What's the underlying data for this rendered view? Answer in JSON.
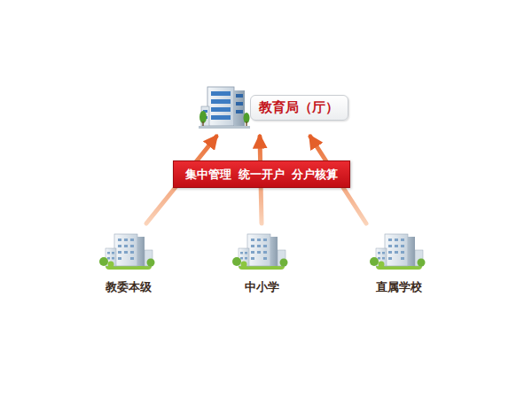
{
  "diagram": {
    "nodes": [
      {
        "text": [
          "教育局（厅）"
        ]
      },
      {
        "text": [
          "集中管理 统一开户 分户核算"
        ]
      },
      {
        "text": [
          "教委本级"
        ]
      },
      {
        "text": [
          "中小学"
        ]
      },
      {
        "text": [
          "直属学校"
        ]
      }
    ],
    "edges": [
      {
        "from": 2,
        "to": 0,
        "arrow": "to"
      },
      {
        "from": 3,
        "to": 0,
        "arrow": "to"
      },
      {
        "from": 4,
        "to": 0,
        "arrow": "to"
      }
    ]
  }
}
